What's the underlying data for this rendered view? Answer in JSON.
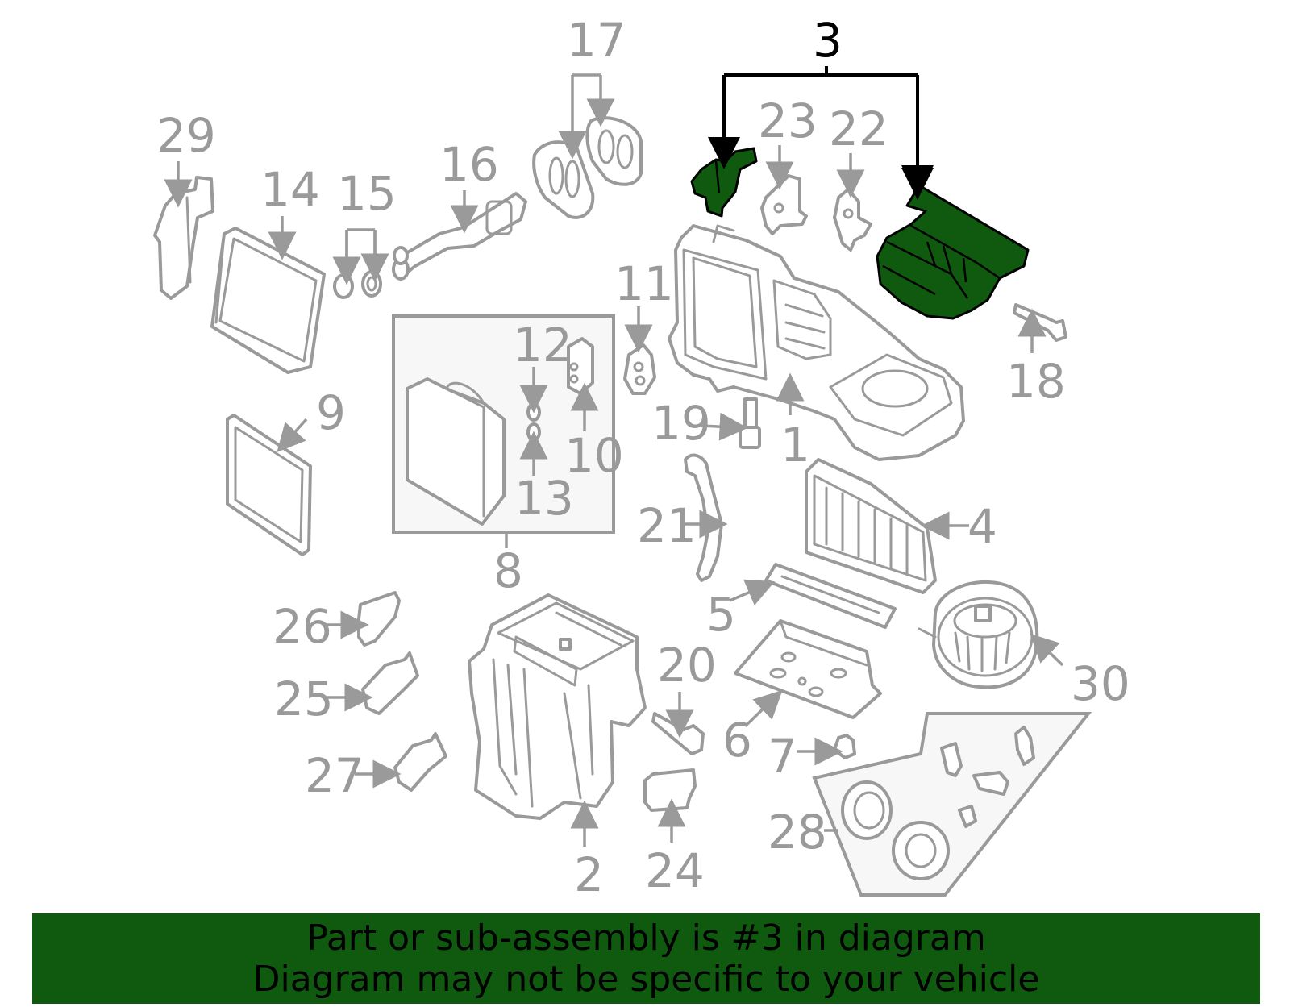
{
  "diagram": {
    "highlighted_part": "3",
    "callouts": {
      "c1": "1",
      "c2": "2",
      "c3": "3",
      "c4": "4",
      "c5": "5",
      "c6": "6",
      "c7": "7",
      "c8": "8",
      "c9": "9",
      "c10": "10",
      "c11": "11",
      "c12": "12",
      "c13": "13",
      "c14": "14",
      "c15": "15",
      "c16": "16",
      "c17": "17",
      "c18": "18",
      "c19": "19",
      "c20": "20",
      "c21": "21",
      "c22": "22",
      "c23": "23",
      "c24": "24",
      "c25": "25",
      "c26": "26",
      "c27": "27",
      "c28": "28",
      "c29": "29",
      "c30": "30"
    },
    "colors": {
      "highlight": "#0f5a0f",
      "parts": "#9a9a9a",
      "leader_highlight": "#000000"
    }
  },
  "banner": {
    "line1": "Part or sub-assembly is #3 in diagram",
    "line2": "Diagram may not be specific to your vehicle"
  }
}
